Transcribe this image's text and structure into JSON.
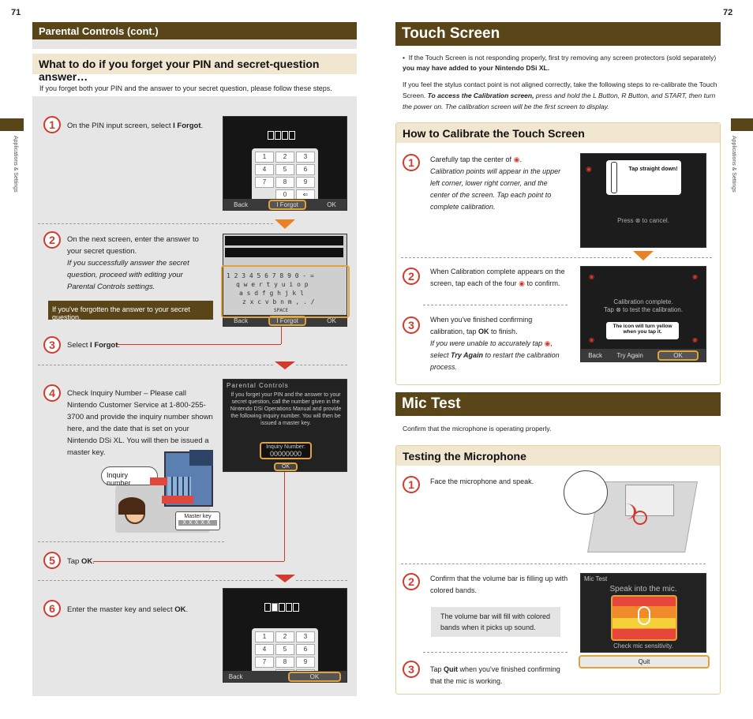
{
  "left": {
    "page_number": "71",
    "header": "Parental Controls (cont.)",
    "section_title": "What to do if you forget your PIN and secret-question answer…",
    "intro": "If you forget both your PIN and the answer to your secret question, please follow these steps.",
    "side_tab": "Applications & Settings",
    "steps": {
      "s1": {
        "num": "1",
        "text_a": "On the PIN input screen, select ",
        "bold": "I Forgot",
        "text_b": "."
      },
      "s2": {
        "num": "2",
        "text": "On the next screen, enter the answer to your secret question.",
        "italic": "If you successfully answer the secret question, proceed with editing your Parental Controls settings.",
        "callout": "If you've forgotten the answer to your secret question."
      },
      "s3": {
        "num": "3",
        "text_a": "Select ",
        "bold": "I Forgot",
        "text_b": "."
      },
      "s4": {
        "num": "4",
        "text": "Check Inquiry Number – Please call Nintendo Customer Service at 1-800-255-3700 and provide the inquiry number shown here, and the date that is set on your Nintendo DSi XL. You will then be issued a master key."
      },
      "s5": {
        "num": "5",
        "text_a": "Tap ",
        "bold": "OK",
        "text_b": "."
      },
      "s6": {
        "num": "6",
        "text_a": "Enter the master key and select ",
        "bold": "OK",
        "text_b": "."
      }
    },
    "screens": {
      "keys": [
        "1",
        "2",
        "3",
        "4",
        "5",
        "6",
        "7",
        "8",
        "9",
        "0",
        "⇐"
      ],
      "back": "Back",
      "forgot": "I Forgot",
      "ok": "OK",
      "kb_row1": "1 2 3 4 5 6 7 8 9 0 - =",
      "kb_row2": "q w e r t y u i o p",
      "kb_row3": "a s d f g h j k l",
      "kb_row4": "z x c v b n m , . /",
      "kb_space": "SPACE",
      "pc_title": "Parental Controls",
      "pc_body": "If you forget your PIN and the answer to your secret question, call the number given in the Nintendo DSi Operations Manual and provide the following inquiry number. You will then be issued a master key.",
      "inquiry_label": "Inquiry Number:",
      "inquiry_value": "00000000",
      "inquiry_bubble": "Inquiry number",
      "master_key": "Master key",
      "master_key_boxes": "XXXXX"
    }
  },
  "right": {
    "page_number": "72",
    "side_tab": "Applications & Settings",
    "touch": {
      "title": "Touch Screen",
      "bullet": "If the Touch Screen is not responding properly, first try removing any screen protectors (sold separately) ",
      "bullet_bold": "you may have added to your Nintendo DSi XL.",
      "para_a": "If you feel the stylus contact point is not aligned correctly, take the following steps to re-calibrate the Touch Screen. ",
      "para_bi": "To access the Calibration screen,",
      "para_i": " press and hold the L Button, R Button, and START, then turn the power on. The calibration screen will be the first screen to display.",
      "sub": "How to Calibrate the Touch Screen",
      "c1": {
        "num": "1",
        "text": "Carefully tap the center of",
        "italic": "Calibration points will appear in the upper left corner, lower right corner, and the center of the screen. Tap each point to complete calibration."
      },
      "c2": {
        "num": "2",
        "text_a": "When Calibration complete appears on the screen, tap each of the four ",
        "text_b": " to confirm."
      },
      "c3": {
        "num": "3",
        "text_a": "When you've finished confirming calibration, tap ",
        "bold": "OK",
        "text_b": " to finish.",
        "it_a": "If you were unable to accurately tap ",
        "it_b": ", select ",
        "it_bold": "Try Again",
        "it_c": " to restart the calibration process."
      },
      "scr1_tip": "Tap straight down!",
      "scr1_cancel": "Press ⊗ to cancel.",
      "scr2_line1": "Calibration complete.",
      "scr2_line2": "Tap ⊗ to test the calibration.",
      "scr2_note": "The icon will turn yellow when you tap it.",
      "scr2_back": "Back",
      "scr2_try": "Try Again",
      "scr2_ok": "OK"
    },
    "mic": {
      "title": "Mic Test",
      "intro": "Confirm that the microphone is operating properly.",
      "sub": "Testing the Microphone",
      "m1": {
        "num": "1",
        "text": "Face the microphone and speak."
      },
      "m2": {
        "num": "2",
        "text": "Confirm that the volume bar is filling up with colored bands.",
        "note": "The volume bar will fill with colored bands when it picks up sound."
      },
      "m3": {
        "num": "3",
        "text_a": "Tap ",
        "bold": "Quit",
        "text_b": " when you've finished confirming that the mic is working."
      },
      "scr_title": "Mic Test",
      "scr_speak": "Speak into the mic.",
      "scr_check": "Check mic sensitivity.",
      "scr_quit": "Quit"
    }
  },
  "colors": {
    "banner": "#5a4519",
    "tan": "#f1e6cf",
    "accent_red": "#d23a2e",
    "highlight": "#e0a23a",
    "arrow": "#e88224"
  }
}
